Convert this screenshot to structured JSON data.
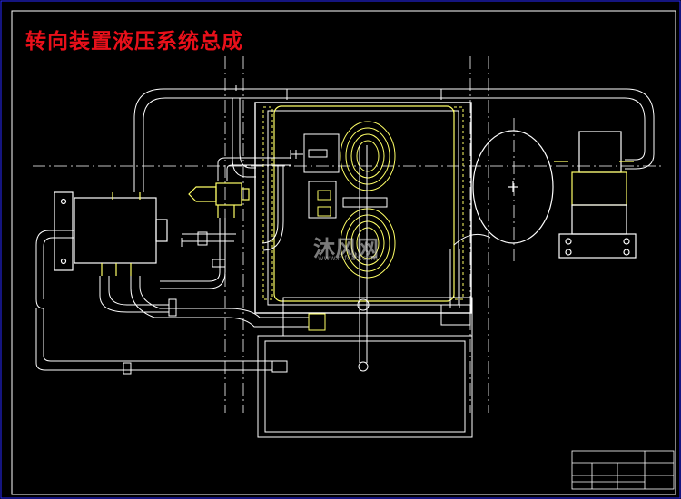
{
  "drawing": {
    "title": "转向装置液压系统总成",
    "line_color": "#ffffff",
    "accent_color": "#ffff66",
    "frame_color": "#3333ff",
    "title_color": "#e8101a",
    "background": "#000000"
  },
  "watermark": {
    "text": "沐风网",
    "url": "www.mfcad.com"
  }
}
